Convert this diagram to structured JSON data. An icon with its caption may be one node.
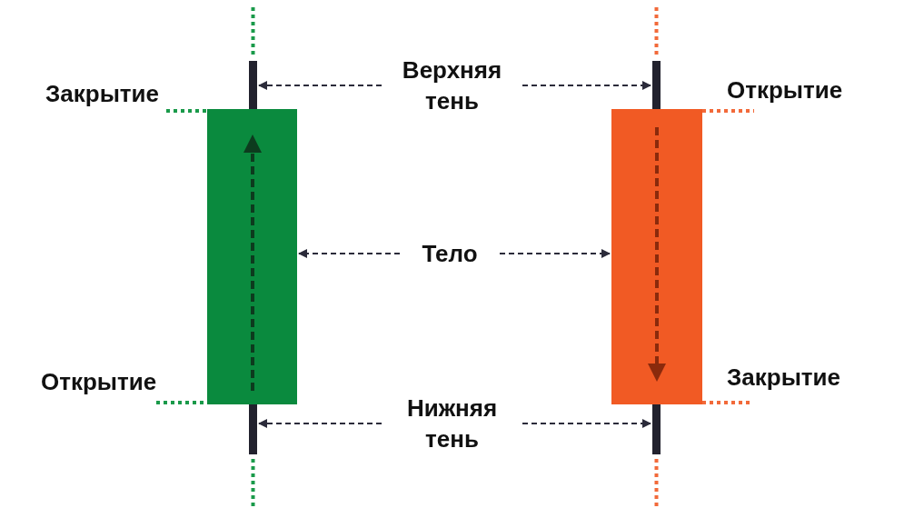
{
  "diagram": {
    "nodes": [
      {
        "text": [
          "Верхняя тень"
        ]
      },
      {
        "text": [
          "Тело"
        ]
      },
      {
        "text": [
          "Нижняя тень"
        ]
      },
      {
        "text": [],
        "shape": "bar"
      },
      {
        "text": [],
        "shape": "bar"
      },
      {
        "text": [],
        "shape": "bar"
      },
      {
        "text": [],
        "shape": "bar"
      },
      {
        "text": [],
        "shape": "bar"
      },
      {
        "text": [],
        "shape": "bar"
      }
    ],
    "edges": [
      {
        "from": 0,
        "to": 3,
        "arrow": "to",
        "style": "dashed"
      },
      {
        "from": 0,
        "to": 6,
        "arrow": "to",
        "style": "dashed"
      },
      {
        "from": 1,
        "to": 4,
        "arrow": "to",
        "style": "dashed"
      },
      {
        "from": 1,
        "to": 7,
        "arrow": "to",
        "style": "dashed"
      },
      {
        "from": 2,
        "to": 5,
        "arrow": "to",
        "style": "dashed"
      },
      {
        "from": 2,
        "to": 8,
        "arrow": "to",
        "style": "dashed"
      }
    ],
    "labels": [
      "Закрытие",
      "Открытие",
      "Открытие",
      "Закрытие"
    ]
  }
}
